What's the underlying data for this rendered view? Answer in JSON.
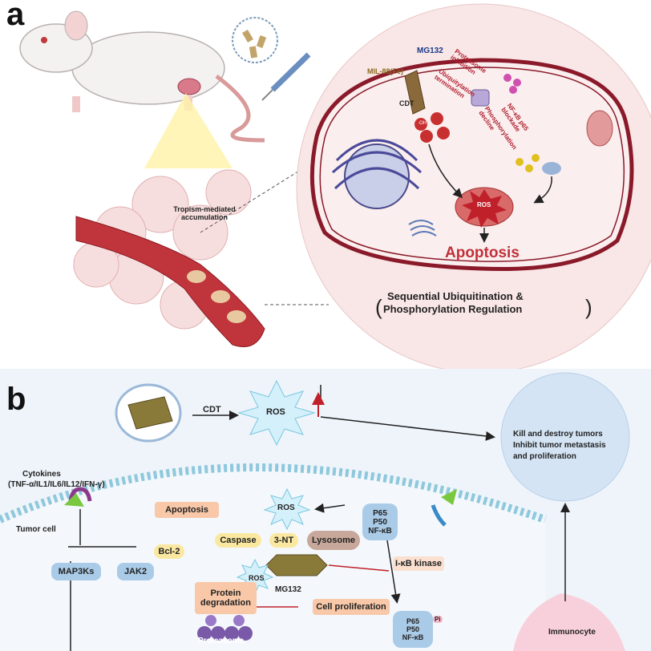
{
  "panel_a": {
    "letter": "a",
    "tropism_label": "Tropism-mediated accumulation",
    "cell": {
      "mg132": "MG132",
      "mil88": "MIL-88(Fe)",
      "proteasome_inhibition": "Proteasome inhibition",
      "ubiquitylation_termination": "Ubiquitylation termination",
      "nfkb_blockade": "NF-κB p65 blockade",
      "phosphorylation_decline": "Phosphorylation decline",
      "cdt": "CDT",
      "oh": "·OH",
      "ros": "ROS",
      "apoptosis": "Apoptosis"
    },
    "caption_line1": "Sequential Ubiquitination &",
    "caption_line2": "Phosphorylation Regulation"
  },
  "panel_b": {
    "letter": "b",
    "cdt": "CDT",
    "ros_top": "ROS",
    "kill_line1": "Kill and destroy tumors",
    "kill_line2": "Inhibit tumor metastasis",
    "kill_line3": "and proliferation",
    "cytokines_title": "Cytokines",
    "cytokines_list": "(TNF-α/IL1/IL6/IL12/IFN-γ)",
    "tumor_cell": "Tumor cell",
    "apoptosis": "Apoptosis",
    "ros_mid": "ROS",
    "p65": "P65",
    "p50": "P50",
    "nfkb": "NF-κB",
    "caspase": "Caspase",
    "three_nt": "3-NT",
    "lysosome": "Lysosome",
    "bcl2": "Bcl-2",
    "map3ks": "MAP3Ks",
    "jak2": "JAK2",
    "ikb_kinase": "I-κB kinase",
    "ros_small": "ROS",
    "protein_degradation_1": "Protein",
    "protein_degradation_2": "degradation",
    "mg132": "MG132",
    "cell_proliferation": "Cell proliferation",
    "p65_b": "P65",
    "p50_b": "P50",
    "pi": "Pi",
    "nfkb_b": "NF-κB",
    "proteasome": "Proteasome",
    "immunocyte": "Immunocyte"
  }
}
